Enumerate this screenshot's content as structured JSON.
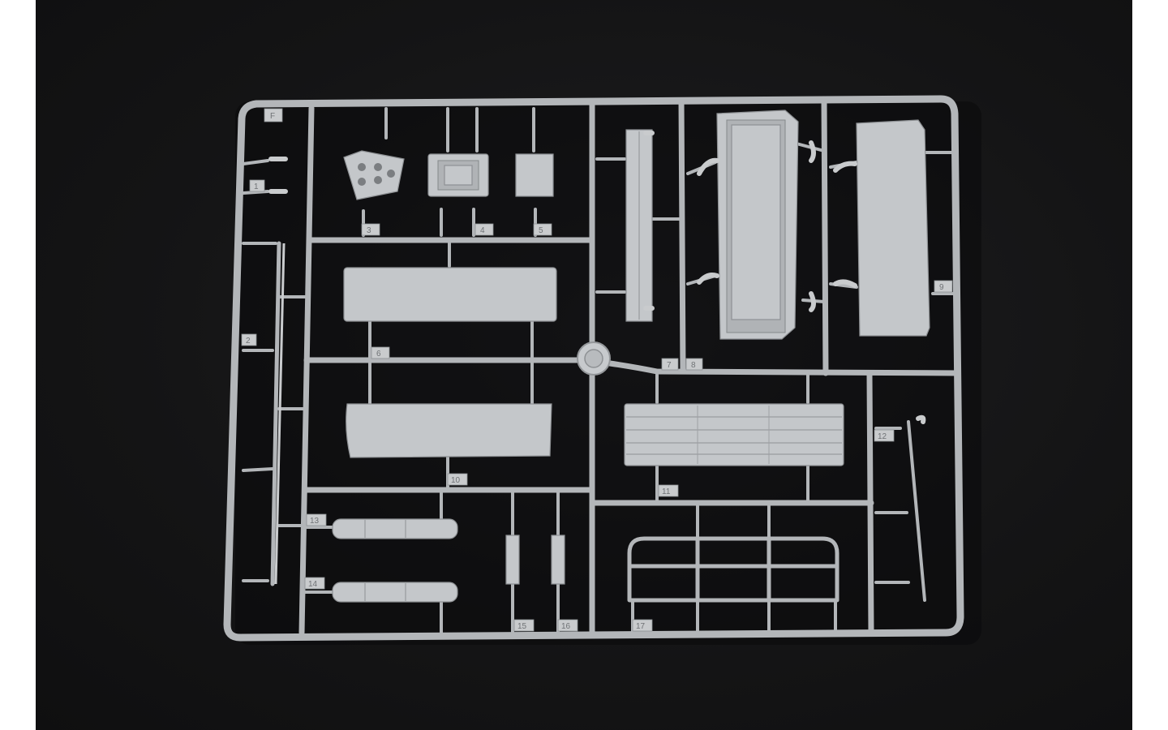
{
  "sprue": {
    "letter": "F",
    "part_numbers": [
      "1",
      "2",
      "3",
      "4",
      "5",
      "6",
      "7",
      "8",
      "9",
      "10",
      "11",
      "12",
      "13",
      "14",
      "15",
      "16",
      "17"
    ]
  },
  "colors": {
    "background": "#141415",
    "plastic": "#c4c7ca",
    "outer_margin": "#ffffff"
  }
}
